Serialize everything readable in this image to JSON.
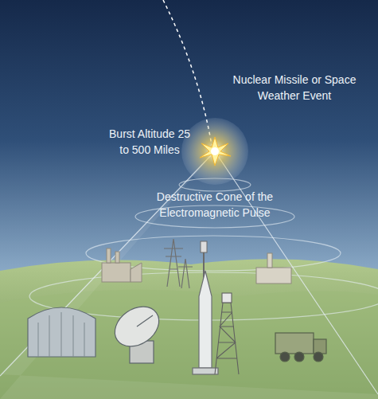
{
  "diagram": {
    "labels": [
      "Nuclear Missile or Space Weather Event",
      "Burst Altitude 25 to 500 Miles",
      "Destructive Cone of the Electromagnetic Pulse"
    ]
  }
}
